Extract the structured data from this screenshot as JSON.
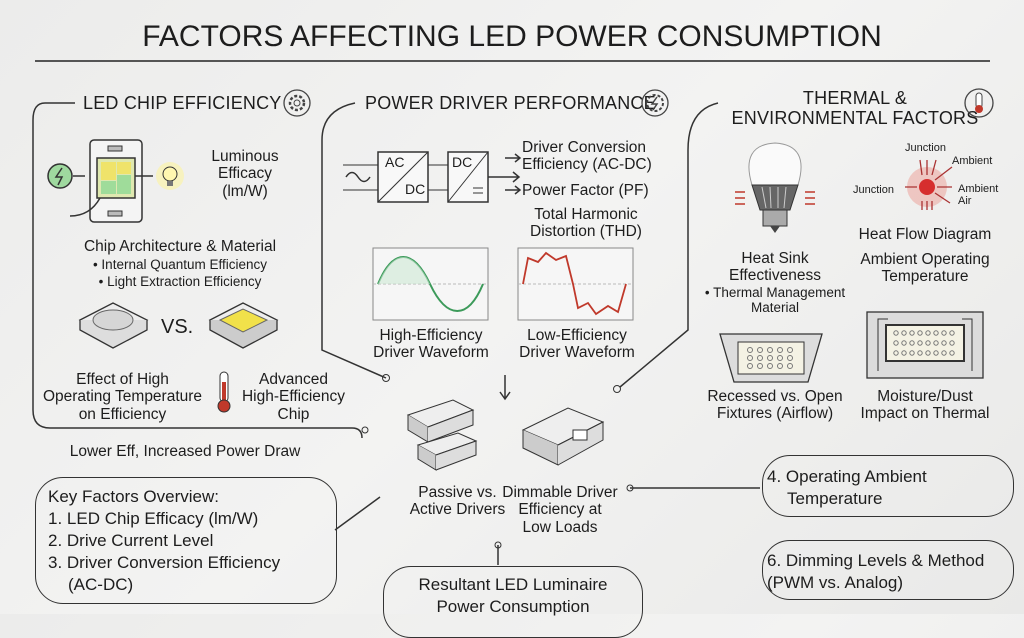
{
  "title": "FACTORS AFFECTING LED POWER CONSUMPTION",
  "chip": {
    "heading": "LED CHIP EFFICIENCY",
    "efficacy": [
      "Luminous",
      "Efficacy",
      "(lm/W)"
    ],
    "architecture": "Chip Architecture & Material",
    "bullets": [
      "• Internal Quantum Efficiency",
      "• Light Extraction Efficiency"
    ],
    "vs": "VS.",
    "temp_effect": [
      "Effect of High",
      "Operating Temperature",
      "on Efficiency"
    ],
    "advanced": [
      "Advanced",
      "High-Efficiency",
      "Chip"
    ],
    "outcome": "Lower Eff, Increased Power Draw"
  },
  "driver": {
    "heading": "POWER DRIVER PERFORMANCE",
    "ac": "AC",
    "dc": "DC",
    "dc2": "DC",
    "labels": [
      "Driver Conversion",
      "Efficiency (AC-DC)",
      "Power Factor (PF)",
      "Total Harmonic",
      "Distortion (THD)"
    ],
    "high": [
      "High-Efficiency",
      "Driver Waveform"
    ],
    "low": [
      "Low-Efficiency",
      "Driver Waveform"
    ],
    "passive": [
      "Passive vs.",
      "Active Drivers"
    ],
    "dimmable": [
      "Dimmable Driver",
      "Efficiency at",
      "Low Loads"
    ]
  },
  "thermal": {
    "heading": [
      "THERMAL &",
      "ENVIRONMENTAL FACTORS"
    ],
    "heat_sink": [
      "Heat Sink",
      "Effectiveness",
      "• Thermal Management",
      "Material"
    ],
    "flow_labels": {
      "junction_top": "Junction",
      "ambient_top": "Ambient",
      "junction_left": "Junction",
      "ambient_air": [
        "Ambient",
        "Air"
      ]
    },
    "heat_flow": "Heat Flow Diagram",
    "ambient": [
      "Ambient Operating",
      "Temperature"
    ],
    "recessed": [
      "Recessed vs. Open",
      "Fixtures (Airflow)"
    ],
    "moisture": [
      "Moisture/Dust",
      "Impact on Thermal"
    ]
  },
  "key_factors": {
    "title": "Key Factors Overview:",
    "items": [
      "1. LED Chip Efficacy (lm/W)",
      "2. Drive Current Level",
      "3. Driver Conversion Efficiency",
      "(AC-DC)"
    ]
  },
  "factor4": [
    "4. Operating Ambient",
    "Temperature"
  ],
  "factor6": [
    "6. Dimming Levels & Method",
    "(PWM vs. Analog)"
  ],
  "result": [
    "Resultant LED Luminaire",
    "Power Consumption"
  ]
}
